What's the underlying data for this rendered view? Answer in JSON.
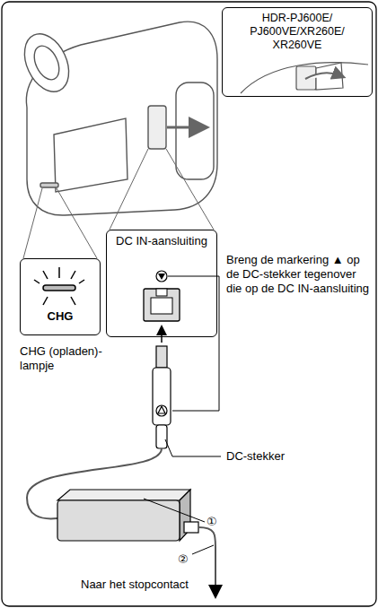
{
  "diagram": {
    "nodes": [
      {
        "text": [
          "HDR-PJ600E/ PJ600VE/XR260E/ XR260VE"
        ]
      },
      {
        "text": [
          "CHG"
        ]
      },
      {
        "text": [
          "DC IN-aansluiting"
        ]
      }
    ],
    "labels": [
      "Breng de markering ▲ op de DC-stekker tegenover die op de DC IN-aansluiting",
      "CHG (opladen)-lampje",
      "DC-stekker",
      "①",
      "②",
      "Naar het stopcontact"
    ]
  }
}
